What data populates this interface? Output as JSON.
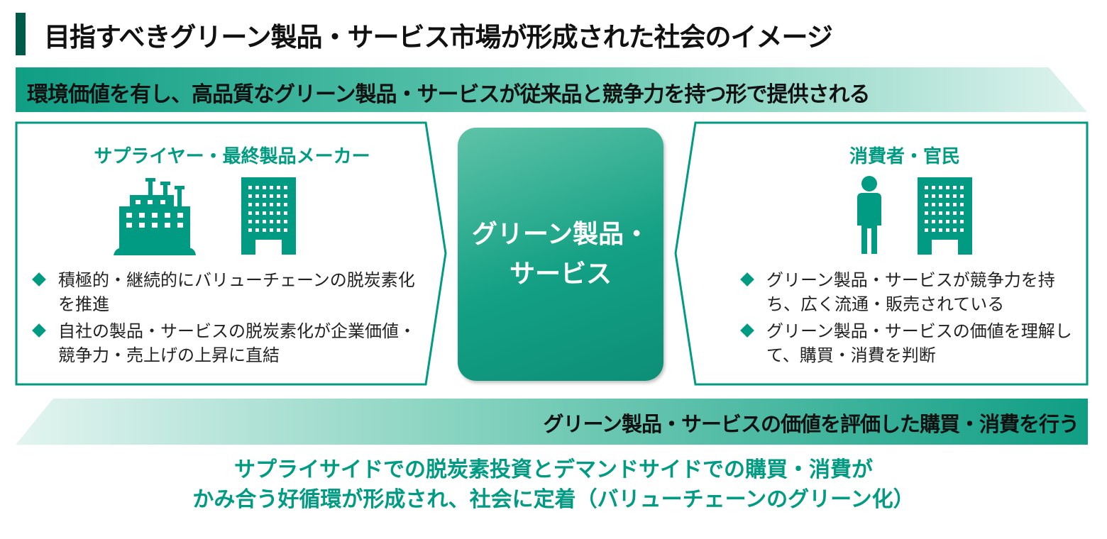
{
  "title": "目指すべきグリーン製品・サービス市場が形成された社会のイメージ",
  "top_banner": "環境価値を有し、高品質なグリーン製品・サービスが従来品と競争力を持つ形で提供される",
  "left": {
    "heading": "サプライヤー・最終製品メーカー",
    "bullets": [
      "積極的・継続的にバリューチェーンの脱炭素化を推進",
      "自社の製品・サービスの脱炭素化が企業価値・競争力・売上げの上昇に直結"
    ]
  },
  "center": {
    "line1": "グリーン製品・",
    "line2": "サービス"
  },
  "right": {
    "heading": "消費者・官民",
    "bullets": [
      "グリーン製品・サービスが競争力を持ち、広く流通・販売されている",
      "グリーン製品・サービスの価値を理解して、購買・消費を判断"
    ]
  },
  "bottom_banner": "グリーン製品・サービスの価値を評価した購買・消費を行う",
  "conclusion": {
    "line1": "サプライサイドでの脱炭素投資とデマンドサイドでの購買・消費が",
    "line2": "かみ合う好循環が形成され、社会に定着（バリューチェーンのグリーン化）"
  },
  "colors": {
    "accent": "#009b82",
    "dark": "#005a4a"
  }
}
